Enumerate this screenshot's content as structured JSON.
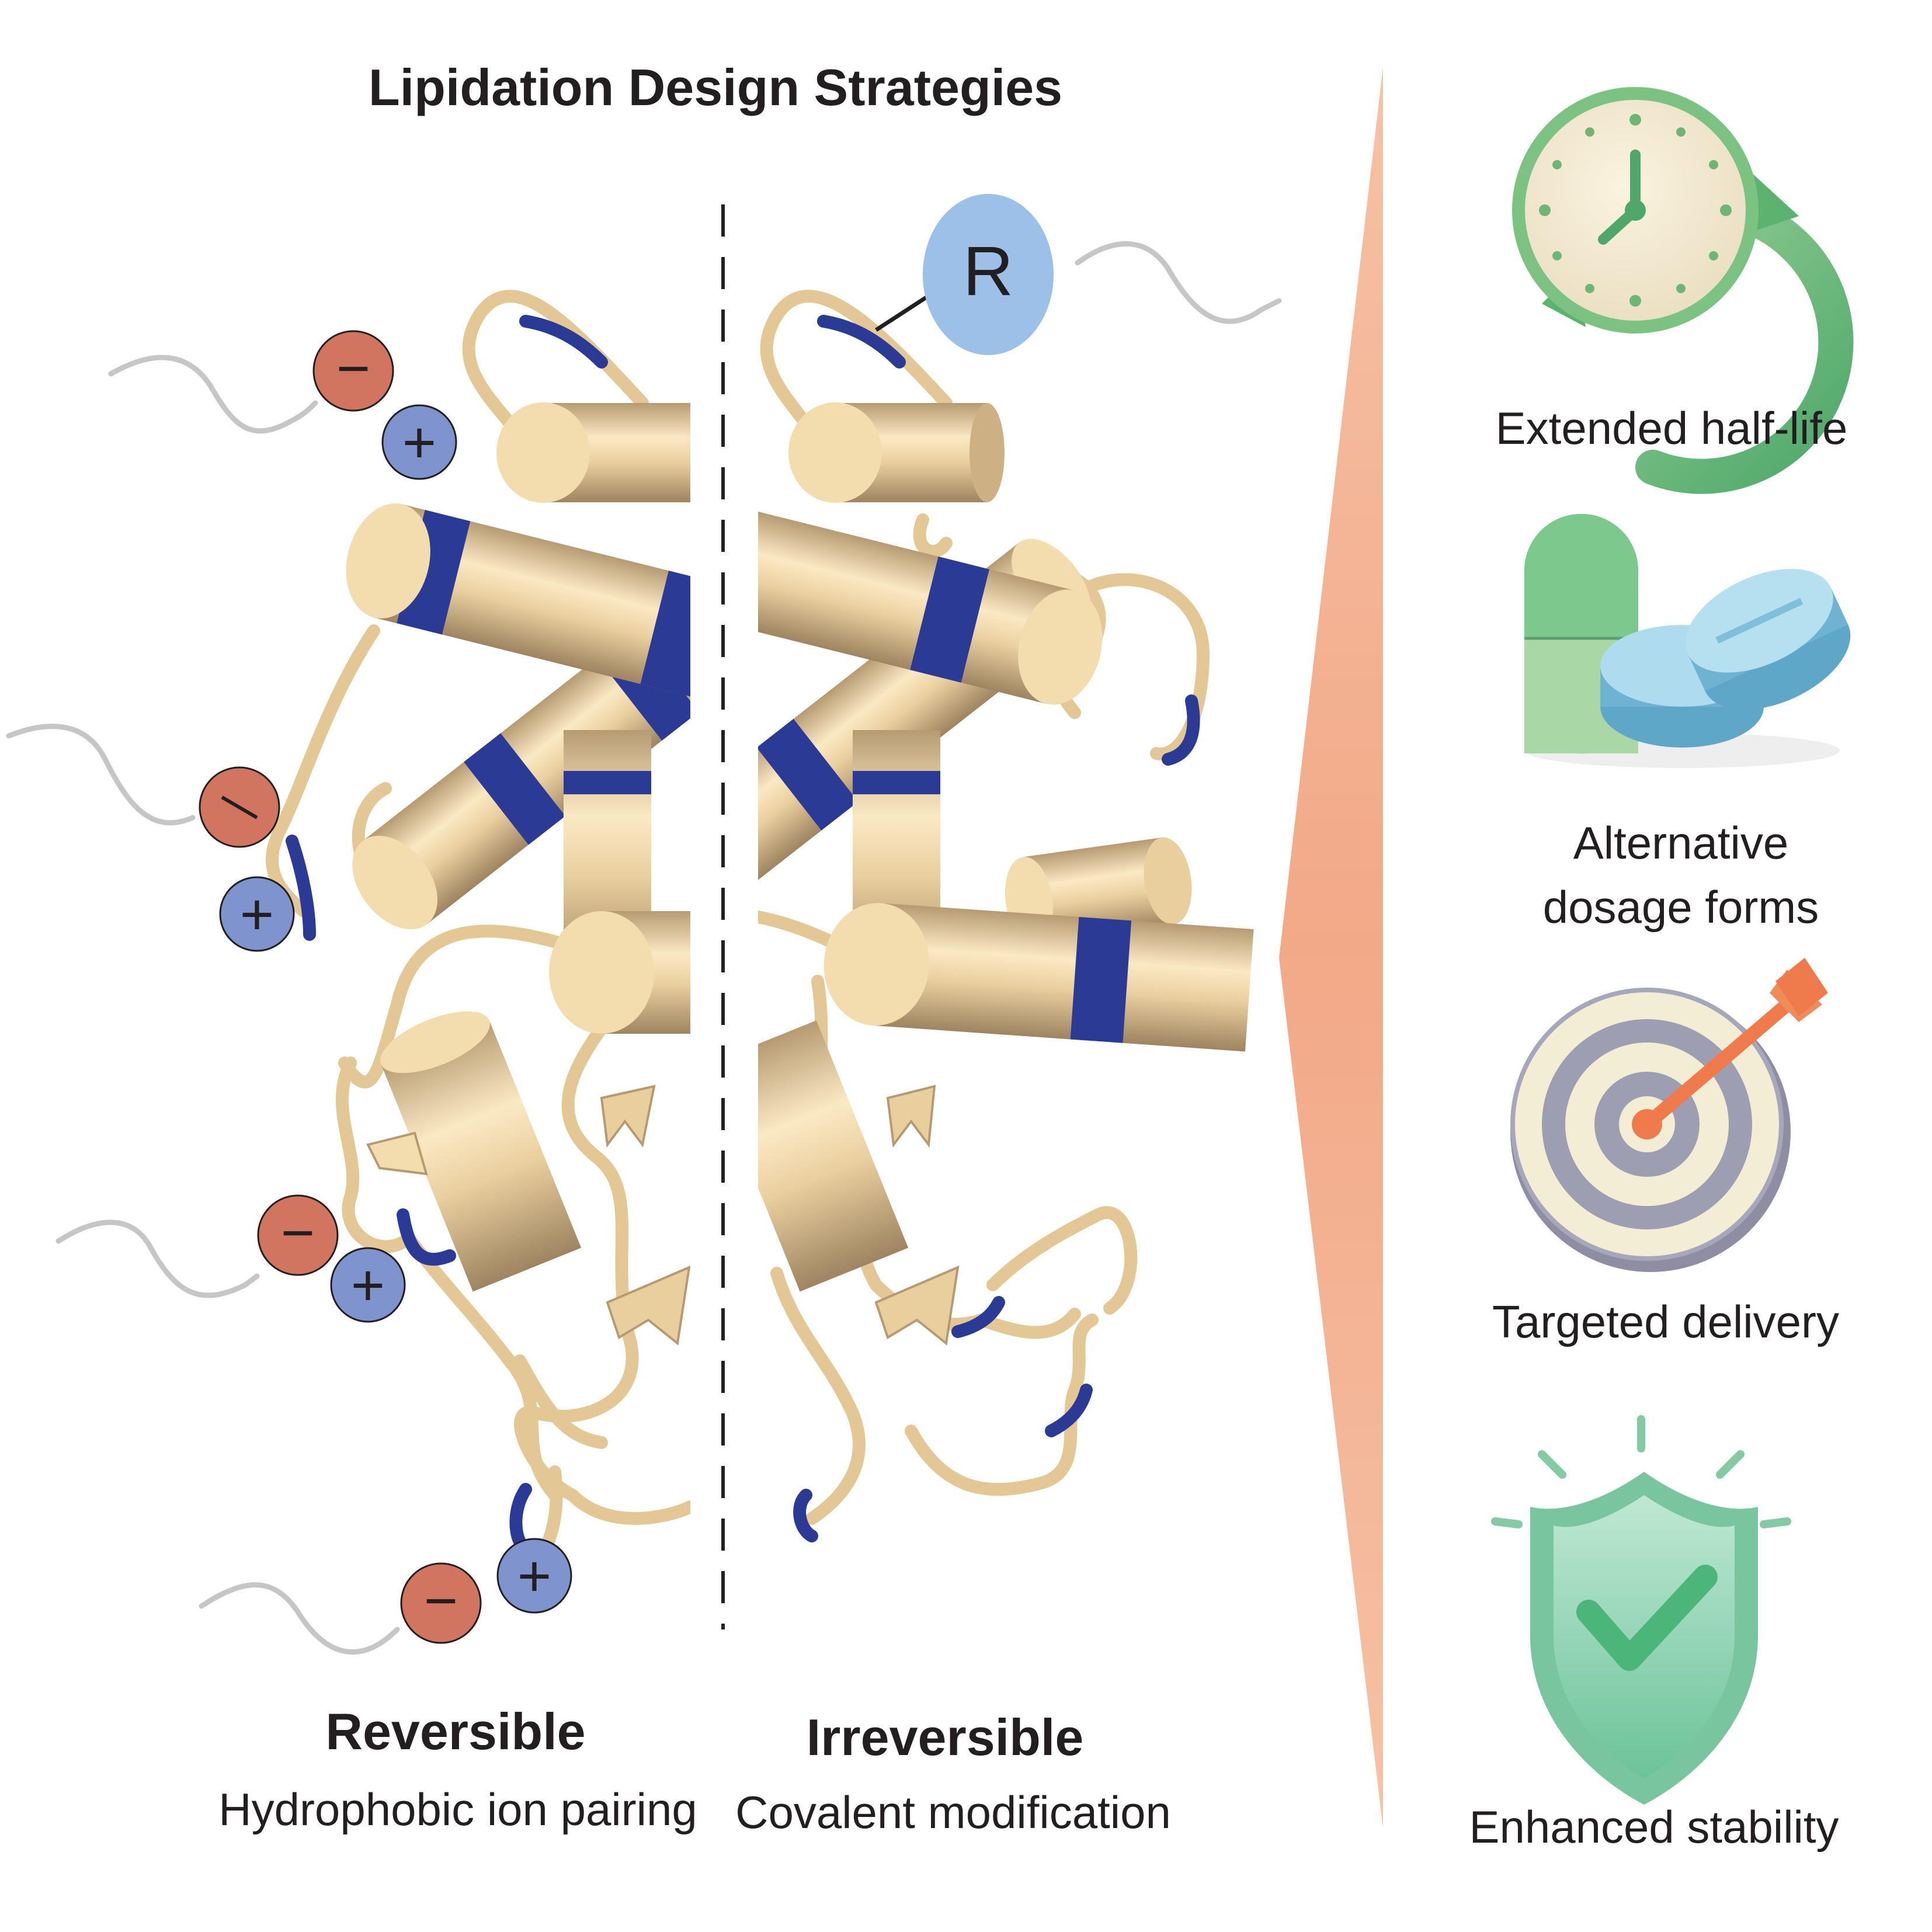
{
  "title": "Lipidation Design Strategies",
  "strategies": [
    {
      "name": "Reversible",
      "description": "Hydrophobic ion pairing"
    },
    {
      "name": "Irreversible",
      "description": "Covalent modification"
    }
  ],
  "charges": {
    "negative": "−",
    "positive": "+"
  },
  "lipid_group_label": "R",
  "benefits": [
    {
      "label": "Extended half-life",
      "icon": "clock-icon"
    },
    {
      "label": "Alternative\ndosage forms",
      "icon": "pills-icon"
    },
    {
      "label": "Targeted delivery",
      "icon": "target-icon"
    },
    {
      "label": "Enhanced stability",
      "icon": "shield-check-icon"
    }
  ],
  "colors": {
    "helix": "#e9cf9e",
    "helix_mark": "#2b3a94",
    "negative_charge": "#d27560",
    "positive_charge": "#7f93cf",
    "lipid_tail": "#c6c6c6",
    "r_group": "#9cc0e8",
    "accent_wedge": "#f2b192"
  }
}
